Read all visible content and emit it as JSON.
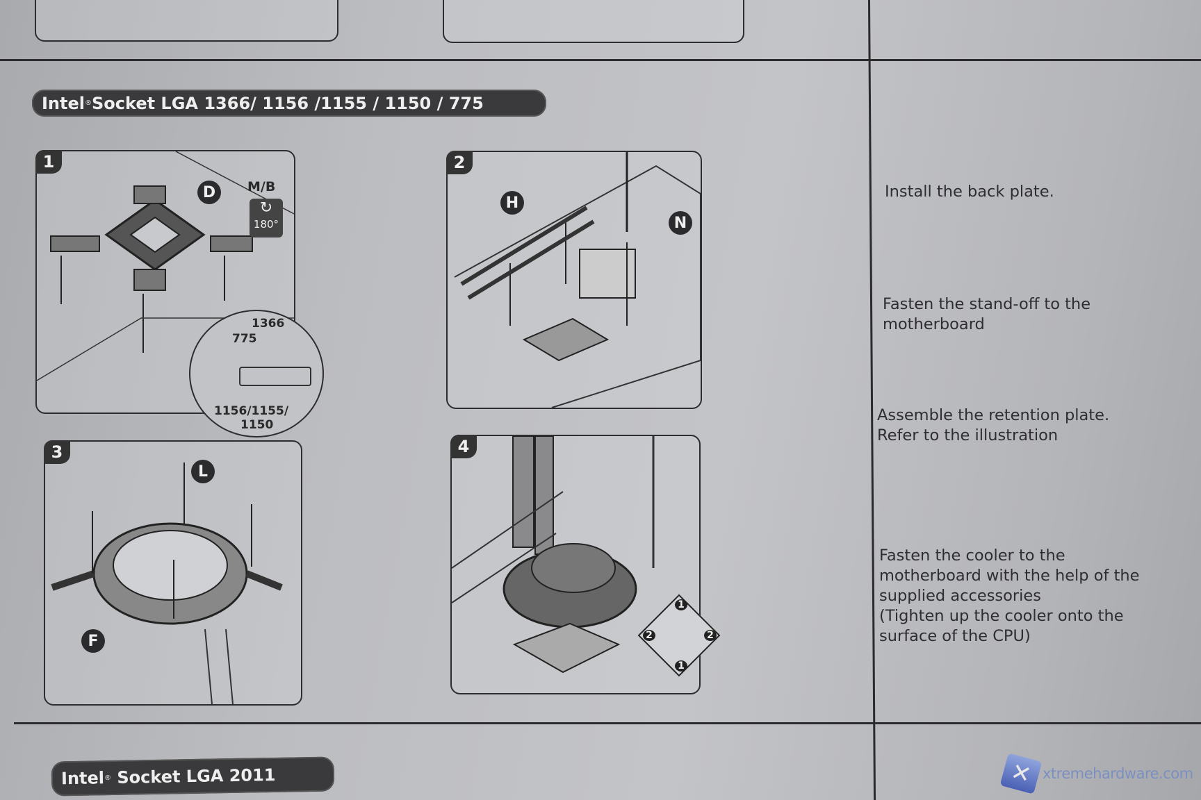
{
  "sections": [
    {
      "title": "Intel",
      "reg": "®",
      "title_rest": "Socket LGA 1366/ 1156 /1155 / 1150 / 775"
    },
    {
      "title": "Intel",
      "reg": "®",
      "title_rest": "Socket LGA 2011"
    }
  ],
  "steps": [
    {
      "number": "1",
      "callouts": {
        "part": "D",
        "mb": "M/B",
        "rotate": "180°",
        "s1366": "1366",
        "s775": "775",
        "s1156a": "1156/1155/",
        "s1156b": "1150"
      },
      "instruction": "Install the back plate."
    },
    {
      "number": "2",
      "callouts": {
        "part_h": "H",
        "part_n": "N"
      },
      "instruction_line1": "Fasten the stand-off to the",
      "instruction_line2": "motherboard"
    },
    {
      "number": "3",
      "callouts": {
        "part_l": "L",
        "part_f": "F"
      },
      "instruction_line1": "Assemble the retention plate.",
      "instruction_line2": "Refer to the illustration"
    },
    {
      "number": "4",
      "callouts": {
        "o1": "1",
        "o2": "2",
        "o3": "2",
        "o4": "1"
      },
      "instruction_lines": [
        "Fasten the cooler to the",
        "motherboard with the help of the",
        "supplied accessories",
        "(Tighten up the cooler onto the",
        "surface of the CPU)"
      ]
    }
  ],
  "watermark": {
    "icon": "x-logo-icon",
    "text": "xtremehardware.com"
  }
}
